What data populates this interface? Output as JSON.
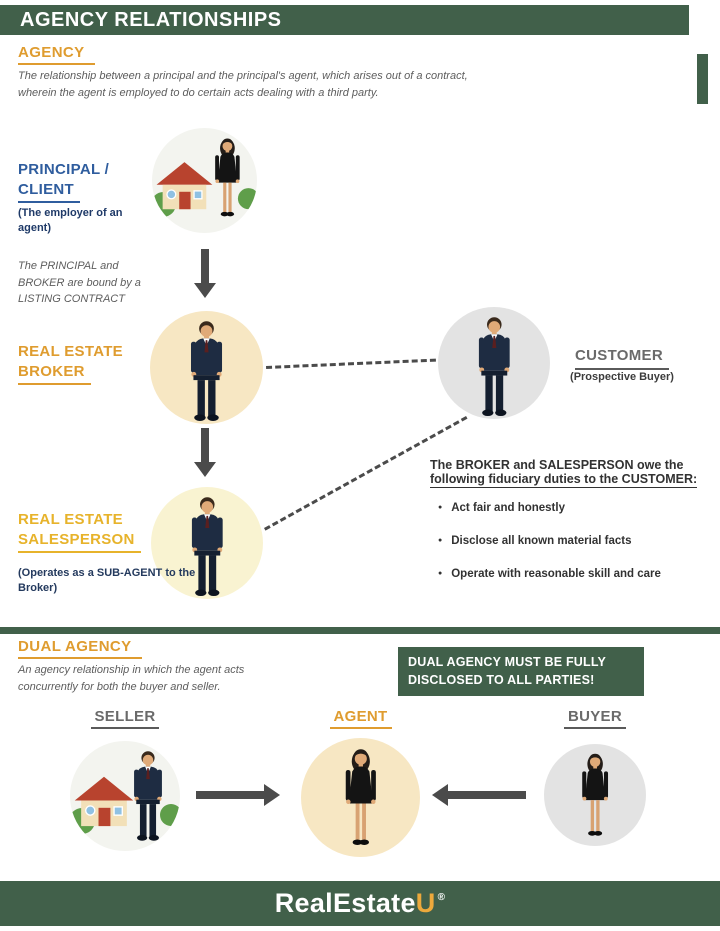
{
  "header": {
    "title": "AGENCY RELATIONSHIPS"
  },
  "agency": {
    "title": "AGENCY",
    "description": "The relationship between a principal and the principal's agent, which arises out of a contract, wherein the agent is employed to do certain acts dealing with a third party.",
    "principal": {
      "label_line1": "PRINCIPAL /",
      "label_line2": "CLIENT",
      "sublabel": "(The employer of an agent)"
    },
    "listing_note": "The PRINCIPAL and BROKER are bound by a LISTING CONTRACT",
    "broker": {
      "label_line1": "REAL ESTATE",
      "label_line2": "BROKER"
    },
    "customer": {
      "label": "CUSTOMER",
      "sublabel": "(Prospective Buyer)"
    },
    "salesperson": {
      "label_line1": "REAL ESTATE",
      "label_line2": "SALESPERSON",
      "sublabel": "(Operates as a SUB-AGENT to the Broker)"
    },
    "duties": {
      "intro_line1": "The BROKER and SALESPERSON owe the",
      "intro_line2": "following fiduciary duties to the CUSTOMER:",
      "items": [
        "Act fair and honestly",
        "Disclose all known material facts",
        "Operate with reasonable skill and care"
      ]
    }
  },
  "dual": {
    "title": "DUAL AGENCY",
    "description": "An agency relationship in which the agent acts concurrently for both the buyer and seller.",
    "callout_line1": "DUAL AGENCY MUST BE FULLY",
    "callout_line2": "DISCLOSED TO ALL PARTIES!",
    "seller_label": "SELLER",
    "agent_label": "AGENT",
    "buyer_label": "BUYER"
  },
  "footer": {
    "brand_part1": "RealEstate",
    "brand_part2": "U",
    "registered": "®"
  },
  "colors": {
    "dark_green": "#41604a",
    "orange": "#df9c2f",
    "gold": "#e7b32b",
    "blue": "#2f5d9e",
    "navy": "#1f3a68",
    "gray_label": "#6a6a6a",
    "arrow_gray": "#4b4b4b"
  }
}
